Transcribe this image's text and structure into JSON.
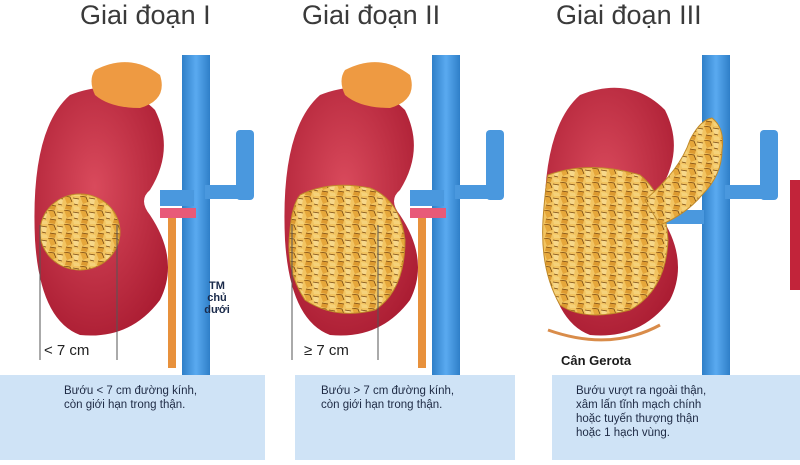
{
  "stages": [
    {
      "title": "Giai đoạn I",
      "measure": "< 7 cm",
      "description": [
        "Bướu < 7 cm đường kính,",
        "còn giới hạn trong thận."
      ]
    },
    {
      "title": "Giai đoạn II",
      "measure": "≥ 7 cm",
      "description": [
        "Bướu > 7 cm đường kính,",
        "còn giới hạn trong thận."
      ]
    },
    {
      "title": "Giai đoạn III",
      "description": [
        "Bướu vượt ra ngoài thận,",
        "xâm lấn tĩnh mạch chính",
        "hoặc tuyến thượng thận",
        "hoặc 1 hạch vùng."
      ]
    }
  ],
  "labels": {
    "vein": [
      "TM",
      "chủ",
      "dưới"
    ],
    "gerota": "Cân Gerota"
  },
  "colors": {
    "kidney": "#c2243a",
    "adrenal": "#e8913c",
    "vein": "#3d8fd6",
    "artery": "#e85a78",
    "tumor": "#f0bf5a",
    "box": "#cfe3f6"
  }
}
